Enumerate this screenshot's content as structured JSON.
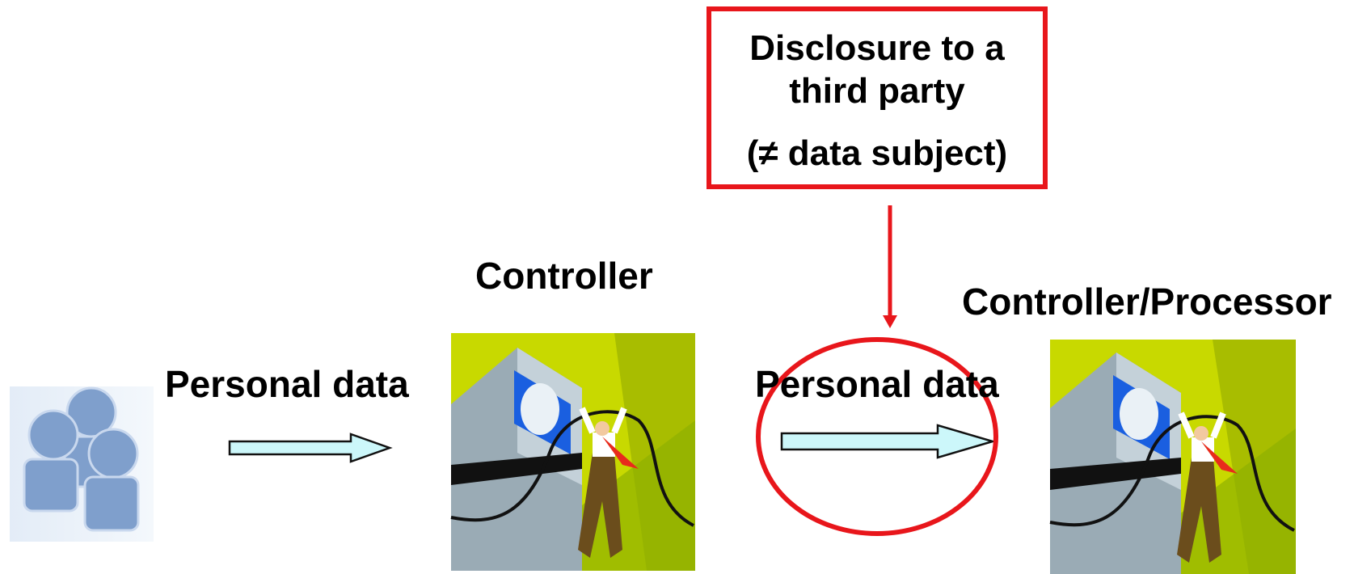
{
  "disclosure": {
    "line1": "Disclosure to a",
    "line2": "third party",
    "line3": "(≠ data subject)"
  },
  "labels": {
    "controller": "Controller",
    "controller_processor": "Controller/Processor",
    "personal_data_1": "Personal data",
    "personal_data_2": "Personal data"
  },
  "colors": {
    "highlight_red": "#e8161b",
    "arrow_fill": "#ccf7fa",
    "people_blue": "#7f9fcc",
    "clipart_bg": "#c8d900"
  },
  "icons": {
    "data_subjects": "people-group-icon",
    "controller_image": "computer-user-clipart",
    "processor_image": "computer-user-clipart"
  }
}
